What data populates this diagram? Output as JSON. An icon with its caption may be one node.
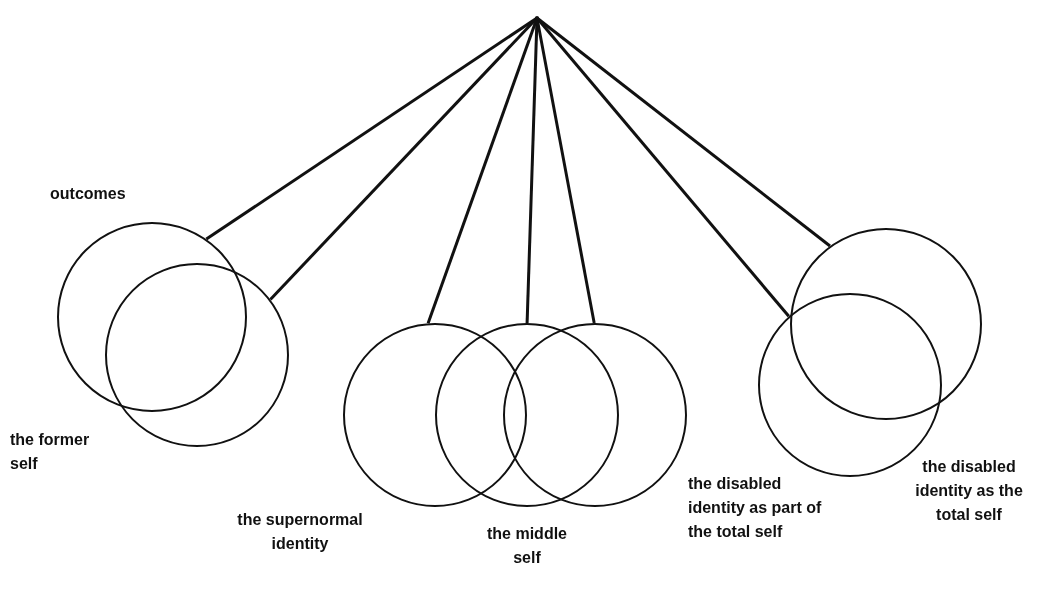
{
  "diagram": {
    "nodes": [
      {
        "text": [],
        "shape": "point"
      },
      {
        "text": [],
        "shape": "circle"
      },
      {
        "text": [],
        "shape": "circle"
      },
      {
        "text": [],
        "shape": "circle"
      },
      {
        "text": [],
        "shape": "circle"
      },
      {
        "text": [],
        "shape": "circle"
      },
      {
        "text": [],
        "shape": "circle"
      },
      {
        "text": [],
        "shape": "circle"
      }
    ],
    "edges": [
      {
        "from": 0,
        "to": 1,
        "arrow": "none"
      },
      {
        "from": 0,
        "to": 2,
        "arrow": "none"
      },
      {
        "from": 0,
        "to": 3,
        "arrow": "none"
      },
      {
        "from": 0,
        "to": 4,
        "arrow": "none"
      },
      {
        "from": 0,
        "to": 5,
        "arrow": "none"
      },
      {
        "from": 0,
        "to": 6,
        "arrow": "none"
      },
      {
        "from": 0,
        "to": 7,
        "arrow": "none"
      }
    ],
    "labels": [
      "outcomes",
      "the former self",
      "the disabled identity as the total self",
      "the disabled identity as part of the total self",
      "the supernormal identity",
      "the middle self"
    ]
  }
}
